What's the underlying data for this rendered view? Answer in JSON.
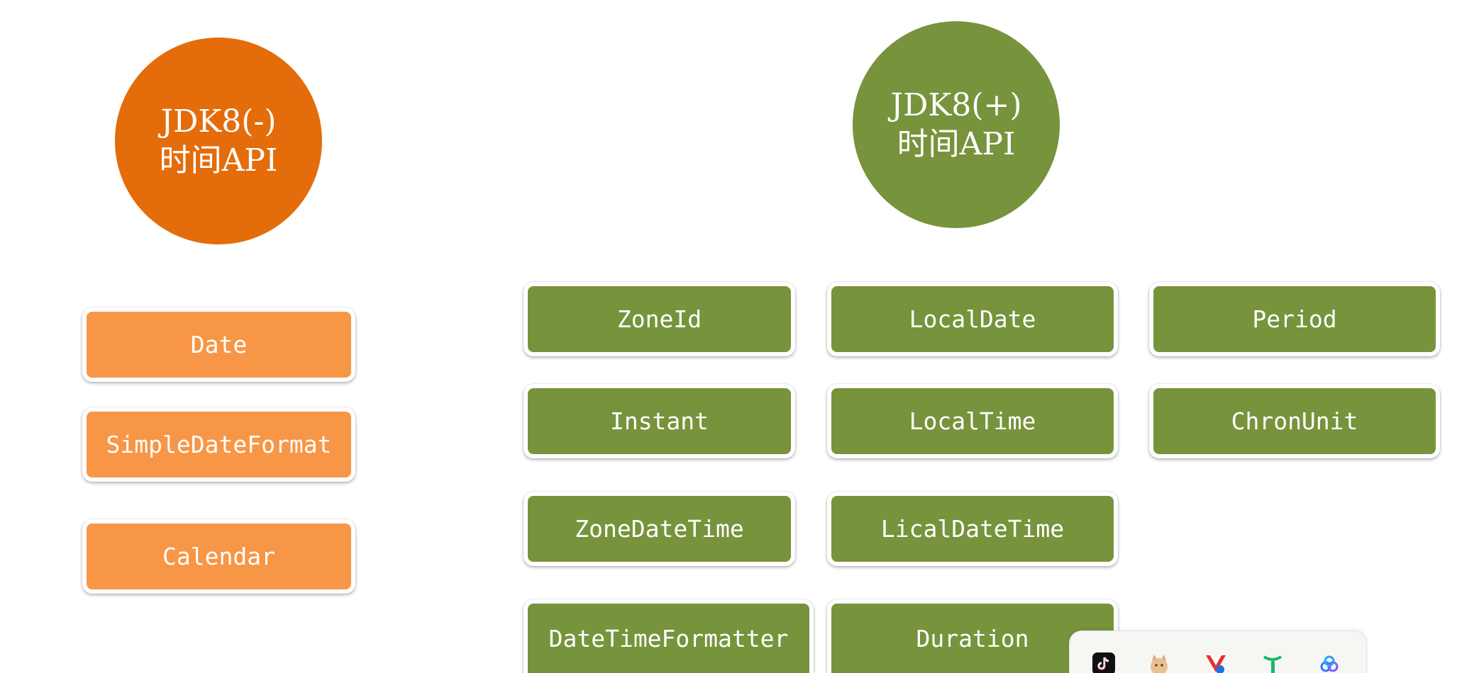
{
  "old_api": {
    "title_line1": "JDK8(-)",
    "title_line2": "时间API",
    "classes": [
      "Date",
      "SimpleDateFormat",
      "Calendar"
    ]
  },
  "new_api": {
    "title_line1": "JDK8(+)",
    "title_line2": "时间API",
    "classes": {
      "zone_id": "ZoneId",
      "local_date": "LocalDate",
      "period": "Period",
      "instant": "Instant",
      "local_time": "LocalTime",
      "chron_unit": "ChronUnit",
      "zone_date_time": "ZoneDateTime",
      "lical_date_time": "LicalDateTime",
      "date_time_formatter": "DateTimeFormatter",
      "duration": "Duration"
    }
  },
  "colors": {
    "old_circle": "#E46C0A",
    "old_box": "#F79646",
    "new_accent": "#77933C"
  },
  "dock_icons": [
    "tiktok-icon",
    "cat-mascot-icon",
    "vue-logo-icon",
    "green-fork-icon",
    "cloud-rings-icon"
  ]
}
